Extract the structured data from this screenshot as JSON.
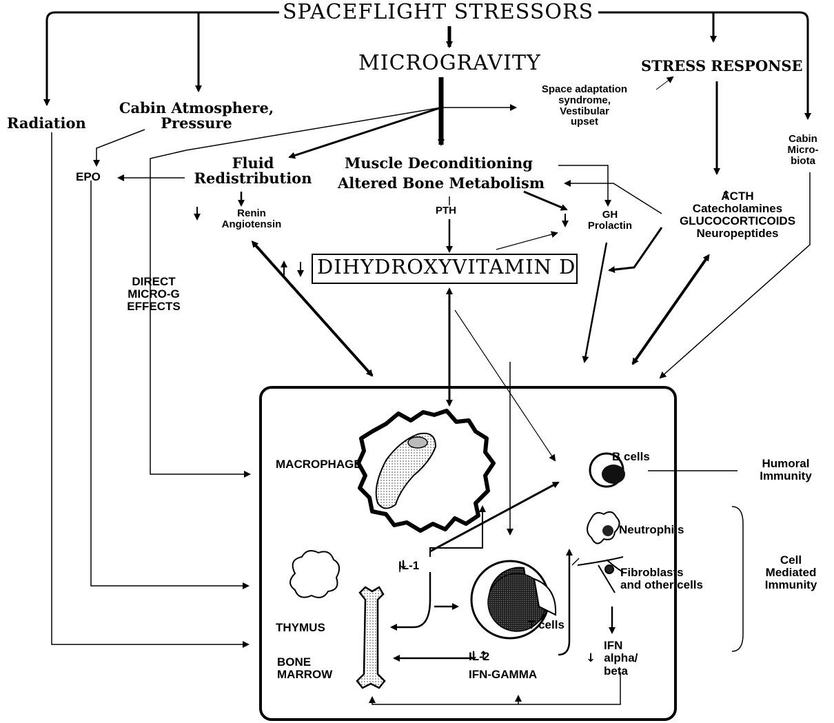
{
  "diagram": {
    "stressors": "SPACEFLIGHT STRESSORS",
    "microgravity": "MICROGRAVITY",
    "stress_response": "STRESS RESPONSE",
    "space_adaptation": [
      "Space adaptation",
      "syndrome,",
      "Vestibular",
      "upset"
    ],
    "radiation": "Radiation",
    "cabin_atmosphere": [
      "Cabin Atmosphere,",
      "Pressure"
    ],
    "cabin_microbiota": [
      "Cabin",
      "Micro-",
      "biota"
    ],
    "epo": "EPO",
    "fluid_redistribution": [
      "Fluid",
      "Redistribution"
    ],
    "muscle_deconditioning": "Muscle Deconditioning",
    "altered_bone": "Altered Bone Metabolism",
    "renin": [
      "Renin",
      "Angiotensin"
    ],
    "pth": "PTH",
    "gh_prolactin": [
      "GH",
      "Prolactin"
    ],
    "hormones": [
      "ACTH",
      "Catecholamines",
      "GLUCOCORTICOIDS",
      "Neuropeptides"
    ],
    "direct_micro_g": [
      "DIRECT",
      "MICRO-G",
      "EFFECTS"
    ],
    "vitamin_d": "DIHYDROXYVITAMIN D",
    "macrophage": "MACROPHAGE",
    "b_cells": "B cells",
    "humoral_immunity": [
      "Humoral",
      "Immunity"
    ],
    "neutrophils": "Neutrophils",
    "fibroblasts": [
      "Fibroblasts",
      "and other cells"
    ],
    "cell_mediated": [
      "Cell",
      "Mediated",
      "Immunity"
    ],
    "il1": "IL-1",
    "thymus": "THYMUS",
    "t_cells": "T cells",
    "bone_marrow": [
      "BONE",
      "MARROW"
    ],
    "il2": "IL-2",
    "ifn_gamma": "IFN-GAMMA",
    "ifn_alpha": [
      "IFN",
      "alpha/",
      "beta"
    ]
  }
}
